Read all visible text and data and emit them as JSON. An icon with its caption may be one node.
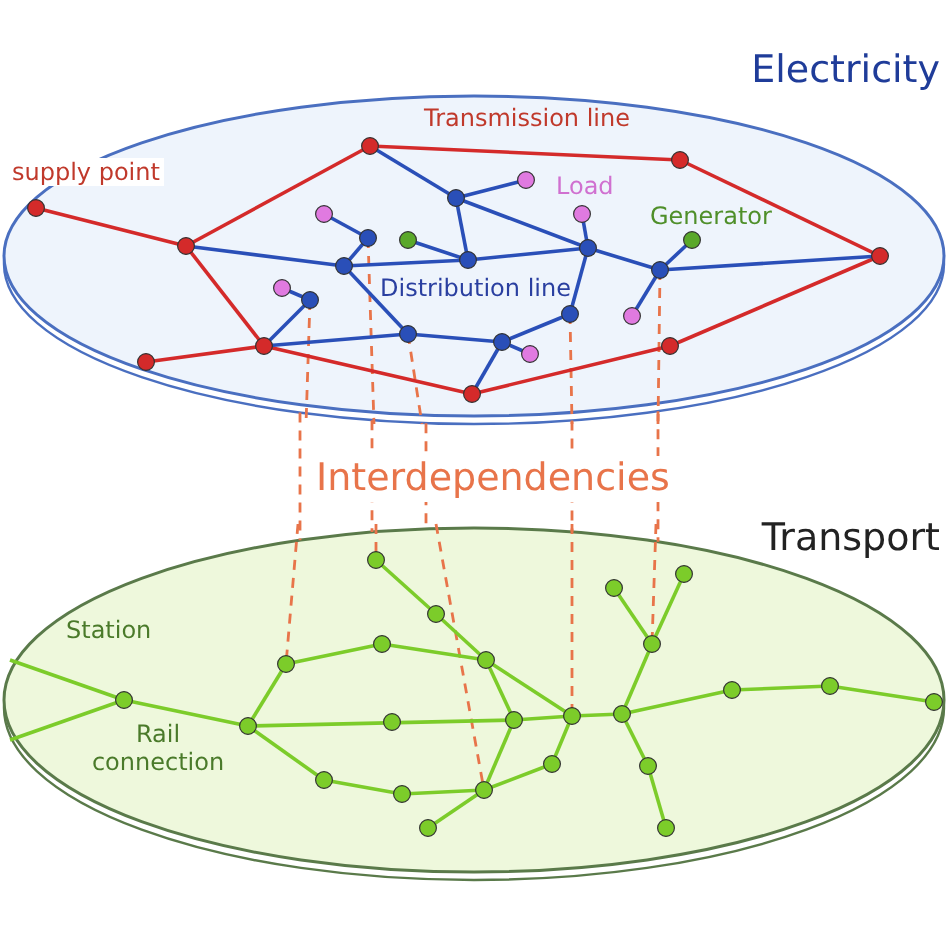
{
  "diagram": {
    "nodes": [
      {
        "text": [
          "Electricity"
        ]
      },
      {
        "text": [
          "Transport"
        ]
      }
    ],
    "edges": [
      {
        "from": 0,
        "to": 1,
        "arrow": "none",
        "style": "dashed"
      },
      {
        "from": 0,
        "to": 1,
        "arrow": "none",
        "style": "dashed"
      },
      {
        "from": 0,
        "to": 1,
        "arrow": "none",
        "style": "dashed"
      },
      {
        "from": 0,
        "to": 1,
        "arrow": "none",
        "style": "dashed"
      },
      {
        "from": 0,
        "to": 1,
        "arrow": "none",
        "style": "dashed"
      }
    ],
    "labels": [
      "Transmission line",
      "supply point",
      "Load",
      "Generator",
      "Distribution line",
      "Interdependencies",
      "Station",
      "Rail connection"
    ]
  }
}
